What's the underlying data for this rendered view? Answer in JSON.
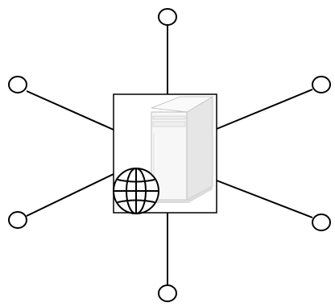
{
  "diagram": {
    "type": "star-topology",
    "central_node": {
      "icon": "server-tower-icon",
      "badge_icon": "globe-icon"
    },
    "peripheral_nodes": [
      {
        "name": "top"
      },
      {
        "name": "upper-left"
      },
      {
        "name": "upper-right"
      },
      {
        "name": "lower-left"
      },
      {
        "name": "lower-right"
      },
      {
        "name": "bottom"
      }
    ],
    "colors": {
      "stroke": "#000000",
      "background": "#ffffff",
      "server_body": "#f7f7f7",
      "server_shadow": "#d9d9d9"
    }
  }
}
